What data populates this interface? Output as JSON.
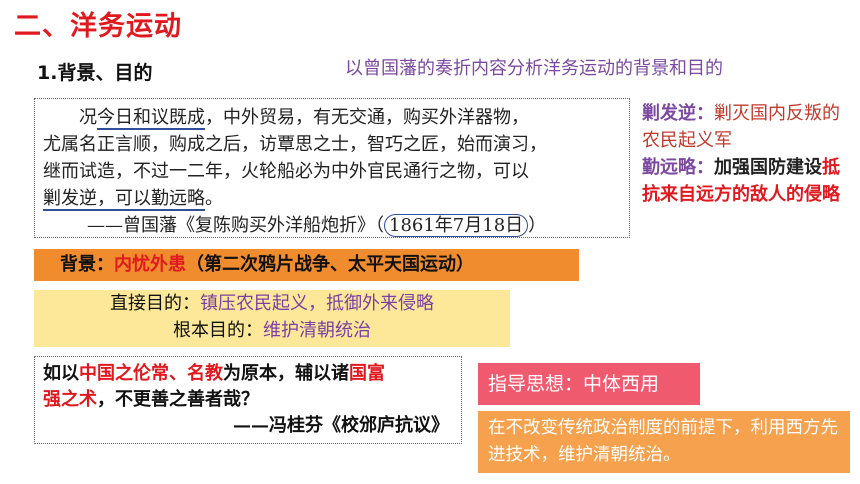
{
  "section_title": "二、洋务运动",
  "subheading": "1.背景、目的",
  "task_note": "以曾国藩的奏折内容分析洋务运动的背景和目的",
  "quote": {
    "l1_a": "况",
    "l1_b": "今日和议既成",
    "l1_c": "，中外贸易，有无交通，购买外洋器物，",
    "l2": "尤属名正言顺，购成之后，访覃思之士，智巧之匠，始而演习，",
    "l3": "继而试造，不过一二年，火轮船必为中外官民通行之物，可以",
    "l4_a": "剿发逆，可以勤远略",
    "l4_b": "。",
    "source_a": "——曾国藩《复陈购买外洋船炮折》（",
    "source_date": "1861年7月18日",
    "source_b": "）"
  },
  "gloss": {
    "term1": "剿发逆：",
    "def1": "剿灭国内反叛的农民起义军",
    "term2": "勤远略：",
    "def2_a": "加强国防建设",
    "def2_b": "抵抗来自远方的敌人的侵略"
  },
  "background": {
    "label": "背景：",
    "highlight": "内忧外患",
    "detail": "（第二次鸦片战争、太平天国运动）"
  },
  "goals": {
    "direct_label": "直接目的：",
    "direct_value": "镇压农民起义，抵御外来侵略",
    "root_label": "根本目的：",
    "root_value": "维护清朝统治"
  },
  "feng_quote": {
    "a": "如以",
    "b": "中国之伦常、名教",
    "c": "为原本，辅以诸",
    "d": "国富",
    "e": "强之术",
    "f": "，不更善之善者哉？",
    "source": "——冯桂芬《校邠庐抗议》"
  },
  "guiding_thought": "指导思想：中体西用",
  "explanation": "在不改变传统政治制度的前提下，利用西方先进技术，维护清朝统治。",
  "colors": {
    "red": "#e0191e",
    "purple": "#7b4aa0",
    "orange": "#f08c2e",
    "yellow": "#fde89a",
    "pink": "#f05a6e",
    "light_orange": "#f5a14e"
  }
}
